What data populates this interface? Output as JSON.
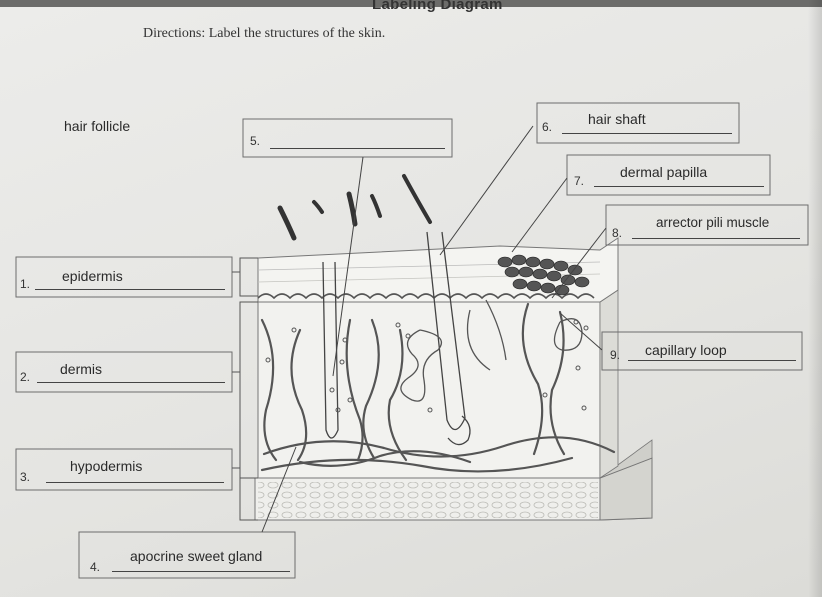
{
  "title": "Labeling Diagram",
  "directions": "Directions: Label the structures of the skin.",
  "free_label": "hair follicle",
  "labels": [
    {
      "num": "1.",
      "answer": "epidermis"
    },
    {
      "num": "2.",
      "answer": "dermis"
    },
    {
      "num": "3.",
      "answer": "hypodermis"
    },
    {
      "num": "4.",
      "answer": "apocrine sweet gland"
    },
    {
      "num": "5.",
      "answer": ""
    },
    {
      "num": "6.",
      "answer": "hair shaft"
    },
    {
      "num": "7.",
      "answer": "dermal papilla"
    },
    {
      "num": "8.",
      "answer": "arrector pili muscle"
    },
    {
      "num": "9.",
      "answer": "capillary loop"
    }
  ]
}
